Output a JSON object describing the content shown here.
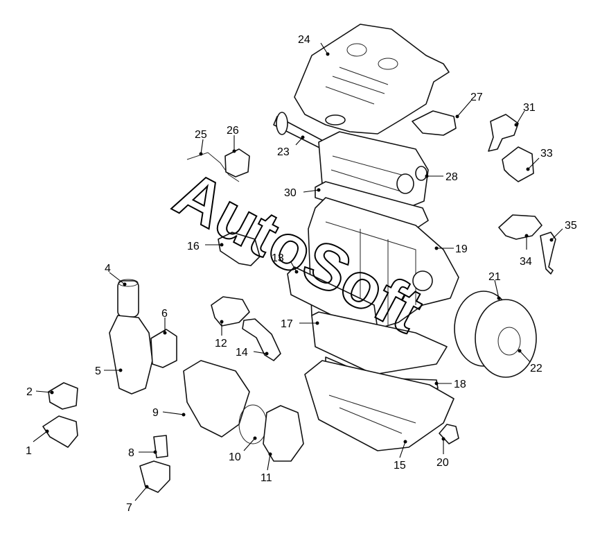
{
  "diagram": {
    "watermark": "AutoSoft",
    "callouts": {
      "c1": "1",
      "c2": "2",
      "c4": "4",
      "c5": "5",
      "c6": "6",
      "c7": "7",
      "c8": "8",
      "c9": "9",
      "c10": "10",
      "c11": "11",
      "c12": "12",
      "c13": "13",
      "c14": "14",
      "c15": "15",
      "c16": "16",
      "c17": "17",
      "c18": "18",
      "c19": "19",
      "c20": "20",
      "c21": "21",
      "c22": "22",
      "c23": "23",
      "c24": "24",
      "c25": "25",
      "c26": "26",
      "c27": "27",
      "c28": "28",
      "c30": "30",
      "c31": "31",
      "c33": "33",
      "c34": "34",
      "c35": "35"
    }
  }
}
